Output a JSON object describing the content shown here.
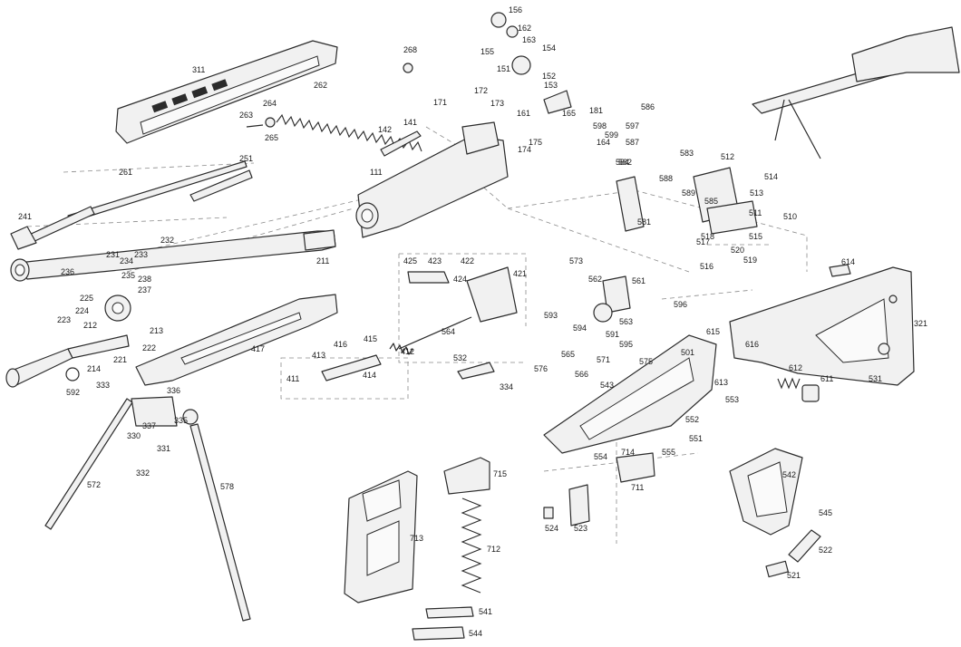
{
  "colors": {
    "ink": "#2b2b2b",
    "fill": "#f1f1f1",
    "guide": "#8a8a8a",
    "background": "#ffffff"
  },
  "part_labels": [
    "156",
    "162",
    "163",
    "154",
    "155",
    "151",
    "152",
    "153",
    "311",
    "268",
    "262",
    "263",
    "264",
    "265",
    "171",
    "172",
    "173",
    "161",
    "165",
    "181",
    "164",
    "175",
    "174",
    "142",
    "141",
    "586",
    "598",
    "599",
    "597",
    "587",
    "583",
    "111",
    "261",
    "251",
    "241",
    "584",
    "582",
    "588",
    "589",
    "585",
    "512",
    "514",
    "513",
    "511",
    "510",
    "581",
    "515",
    "517",
    "518",
    "516",
    "520",
    "519",
    "231",
    "232",
    "233",
    "234",
    "236",
    "235",
    "238",
    "237",
    "211",
    "425",
    "423",
    "422",
    "424",
    "421",
    "573",
    "562",
    "561",
    "563",
    "614",
    "225",
    "224",
    "223",
    "212",
    "213",
    "222",
    "221",
    "214",
    "592",
    "593",
    "594",
    "591",
    "595",
    "596",
    "615",
    "616",
    "321",
    "417",
    "416",
    "413",
    "415",
    "411",
    "414",
    "412",
    "564",
    "565",
    "566",
    "576",
    "571",
    "543",
    "575",
    "501",
    "613",
    "612",
    "611",
    "531",
    "532",
    "334",
    "333",
    "336",
    "335",
    "337",
    "330",
    "331",
    "332",
    "578",
    "572",
    "553",
    "552",
    "551",
    "555",
    "554",
    "714",
    "711",
    "715",
    "713",
    "712",
    "541",
    "544",
    "542",
    "545",
    "522",
    "521",
    "524",
    "523"
  ]
}
